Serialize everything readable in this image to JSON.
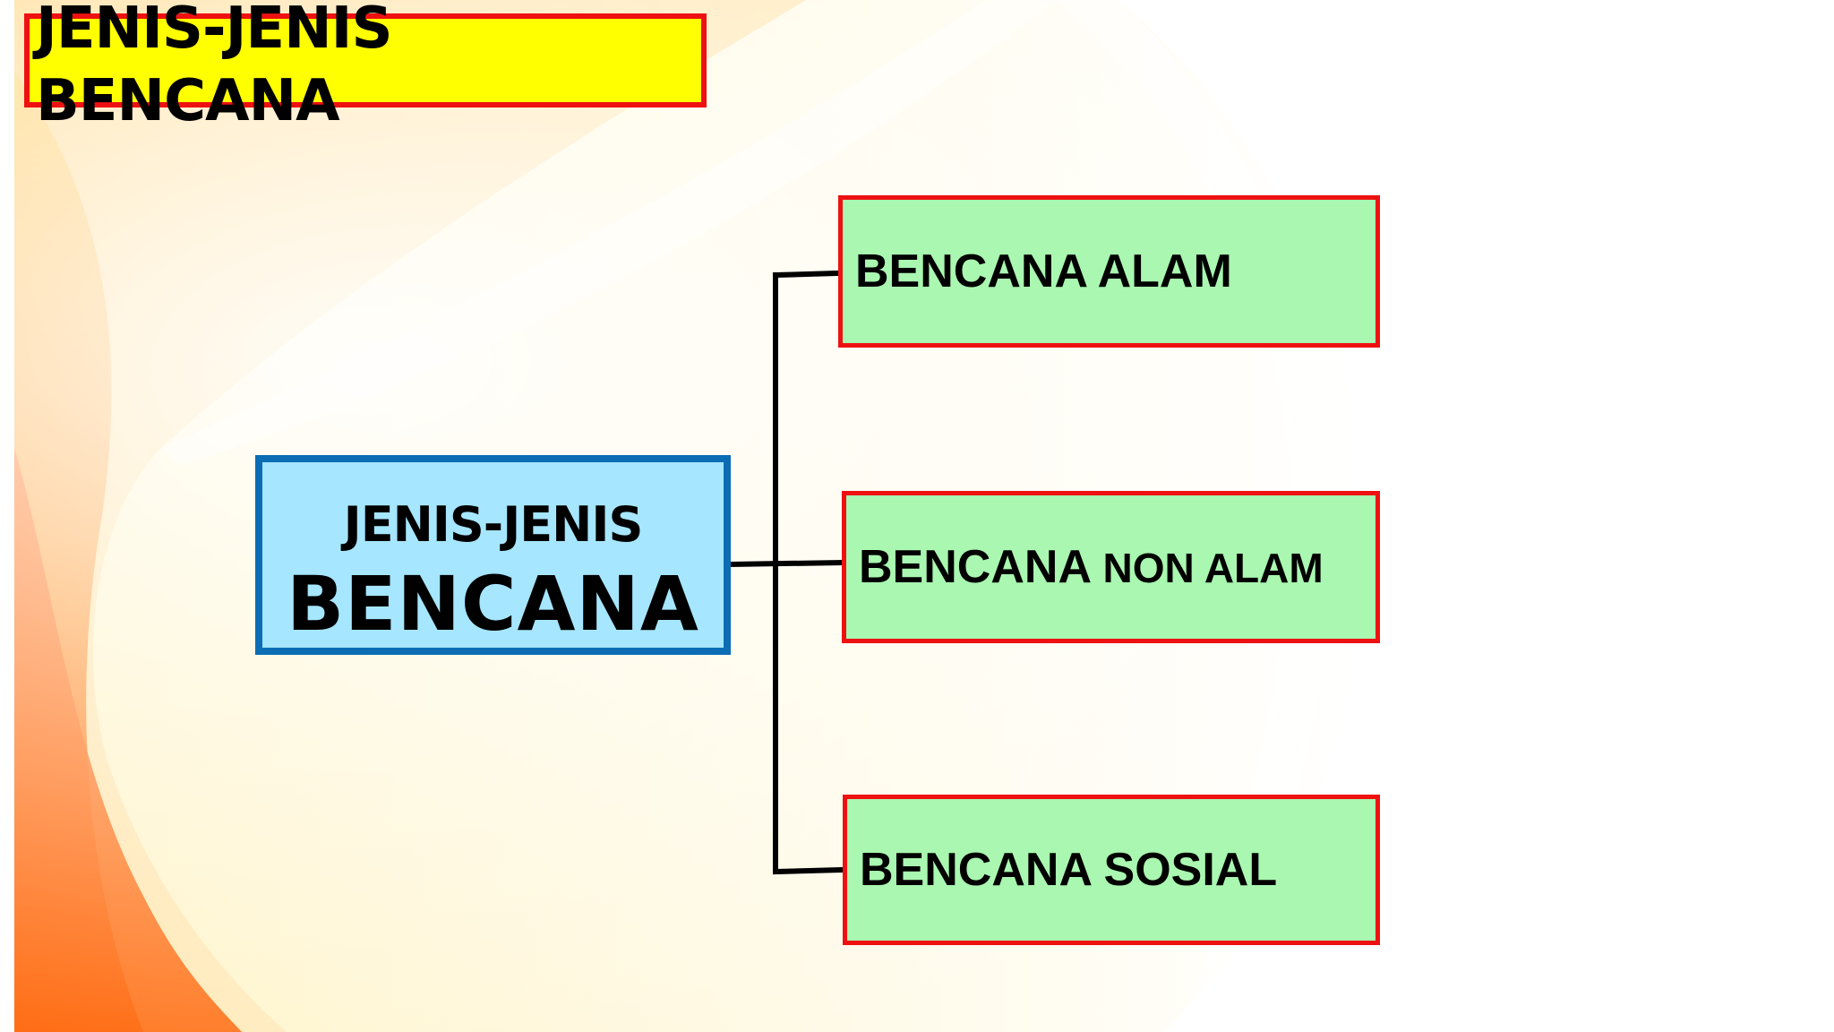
{
  "title": {
    "line1": "JENIS-JENIS",
    "line2": "BENCANA"
  },
  "center": {
    "line1": "JENIS-JENIS",
    "line2": "BENCANA"
  },
  "branches": [
    {
      "text": "BENCANA ALAM"
    },
    {
      "text_main": "BENCANA",
      "text_small": "NON ALAM"
    },
    {
      "text": "BENCANA SOSIAL"
    }
  ],
  "colors": {
    "title_fill": "#ffff00",
    "title_border": "#ee1111",
    "center_fill": "#a6e6ff",
    "center_border": "#0c6db5",
    "branch_fill": "#a9f7b0",
    "branch_border": "#ee1111",
    "connector": "#000000",
    "background_accent": "#ff7a1a"
  }
}
